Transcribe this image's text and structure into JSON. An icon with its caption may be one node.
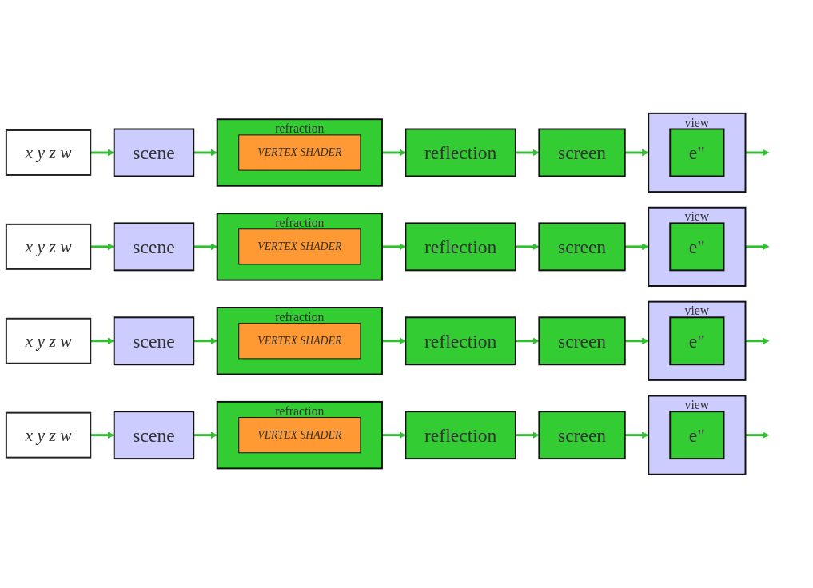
{
  "diagram": {
    "nodes": [
      {
        "text": [
          "x y z w"
        ]
      },
      {
        "text": [
          "scene"
        ]
      },
      {
        "text": [
          "refraction"
        ]
      },
      {
        "text": [
          "VERTEX SHADER"
        ],
        "in": 2
      },
      {
        "text": [
          "reflection"
        ]
      },
      {
        "text": [
          "screen"
        ]
      },
      {
        "text": [
          "view"
        ]
      },
      {
        "text": [
          "e\""
        ],
        "in": 6
      },
      {
        "text": [
          "x y z w"
        ]
      },
      {
        "text": [
          "scene"
        ]
      },
      {
        "text": [
          "refraction"
        ]
      },
      {
        "text": [
          "VERTEX SHADER"
        ],
        "in": 10
      },
      {
        "text": [
          "reflection"
        ]
      },
      {
        "text": [
          "screen"
        ]
      },
      {
        "text": [
          "view"
        ]
      },
      {
        "text": [
          "e\""
        ],
        "in": 14
      },
      {
        "text": [
          "x y z w"
        ]
      },
      {
        "text": [
          "scene"
        ]
      },
      {
        "text": [
          "refraction"
        ]
      },
      {
        "text": [
          "VERTEX SHADER"
        ],
        "in": 18
      },
      {
        "text": [
          "reflection"
        ]
      },
      {
        "text": [
          "screen"
        ]
      },
      {
        "text": [
          "view"
        ]
      },
      {
        "text": [
          "e\""
        ],
        "in": 22
      },
      {
        "text": [
          "x y z w"
        ]
      },
      {
        "text": [
          "scene"
        ]
      },
      {
        "text": [
          "refraction"
        ]
      },
      {
        "text": [
          "VERTEX SHADER"
        ],
        "in": 26
      },
      {
        "text": [
          "reflection"
        ]
      },
      {
        "text": [
          "screen"
        ]
      },
      {
        "text": [
          "view"
        ]
      },
      {
        "text": [
          "e\""
        ],
        "in": 30
      }
    ],
    "edges": [
      {
        "from": 0,
        "to": 1,
        "arrow": "to"
      },
      {
        "from": 1,
        "to": 2,
        "arrow": "to"
      },
      {
        "from": 2,
        "to": 4,
        "arrow": "to"
      },
      {
        "from": 4,
        "to": 5,
        "arrow": "to"
      },
      {
        "from": 5,
        "to": 6,
        "arrow": "to"
      },
      {
        "from": 6,
        "to": null,
        "arrow": "to"
      },
      {
        "from": 8,
        "to": 9,
        "arrow": "to"
      },
      {
        "from": 9,
        "to": 10,
        "arrow": "to"
      },
      {
        "from": 10,
        "to": 12,
        "arrow": "to"
      },
      {
        "from": 12,
        "to": 13,
        "arrow": "to"
      },
      {
        "from": 13,
        "to": 14,
        "arrow": "to"
      },
      {
        "from": 14,
        "to": null,
        "arrow": "to"
      },
      {
        "from": 16,
        "to": 17,
        "arrow": "to"
      },
      {
        "from": 17,
        "to": 18,
        "arrow": "to"
      },
      {
        "from": 18,
        "to": 20,
        "arrow": "to"
      },
      {
        "from": 20,
        "to": 21,
        "arrow": "to"
      },
      {
        "from": 21,
        "to": 22,
        "arrow": "to"
      },
      {
        "from": 22,
        "to": null,
        "arrow": "to"
      },
      {
        "from": 24,
        "to": 25,
        "arrow": "to"
      },
      {
        "from": 25,
        "to": 26,
        "arrow": "to"
      },
      {
        "from": 26,
        "to": 28,
        "arrow": "to"
      },
      {
        "from": 28,
        "to": 29,
        "arrow": "to"
      },
      {
        "from": 29,
        "to": 30,
        "arrow": "to"
      },
      {
        "from": 30,
        "to": null,
        "arrow": "to"
      }
    ]
  }
}
